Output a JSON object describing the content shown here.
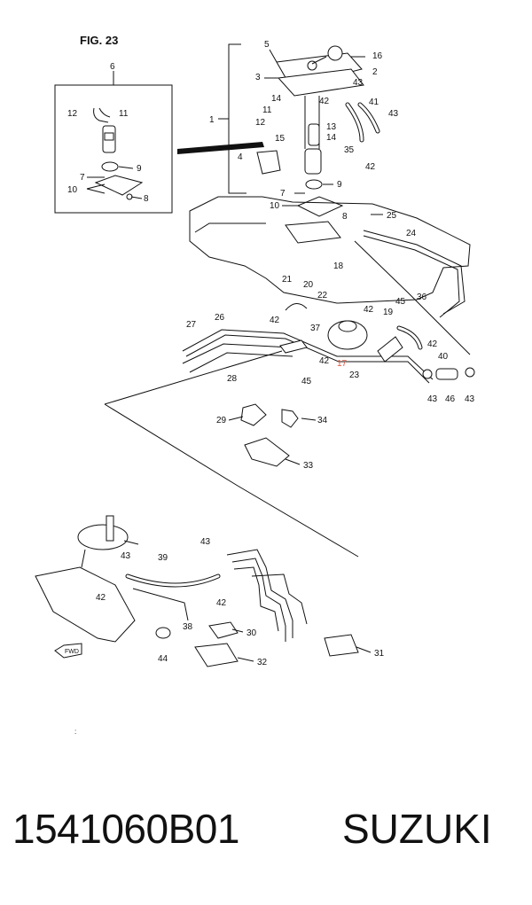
{
  "figure": {
    "title": "FIG. 23",
    "callouts": [
      "1",
      "2",
      "3",
      "4",
      "5",
      "6",
      "7",
      "8",
      "9",
      "10",
      "11",
      "12",
      "13",
      "14",
      "15",
      "16",
      "17",
      "18",
      "19",
      "20",
      "21",
      "22",
      "23",
      "24",
      "25",
      "26",
      "27",
      "28",
      "29",
      "30",
      "31",
      "32",
      "33",
      "34",
      "35",
      "36",
      "37",
      "38",
      "39",
      "40",
      "41",
      "42",
      "43",
      "44",
      "45",
      "46"
    ],
    "highlighted_callout": "17",
    "forward_marker": "FWD"
  },
  "footer": {
    "part_number": "1541060B01",
    "brand": "SUZUKI"
  }
}
